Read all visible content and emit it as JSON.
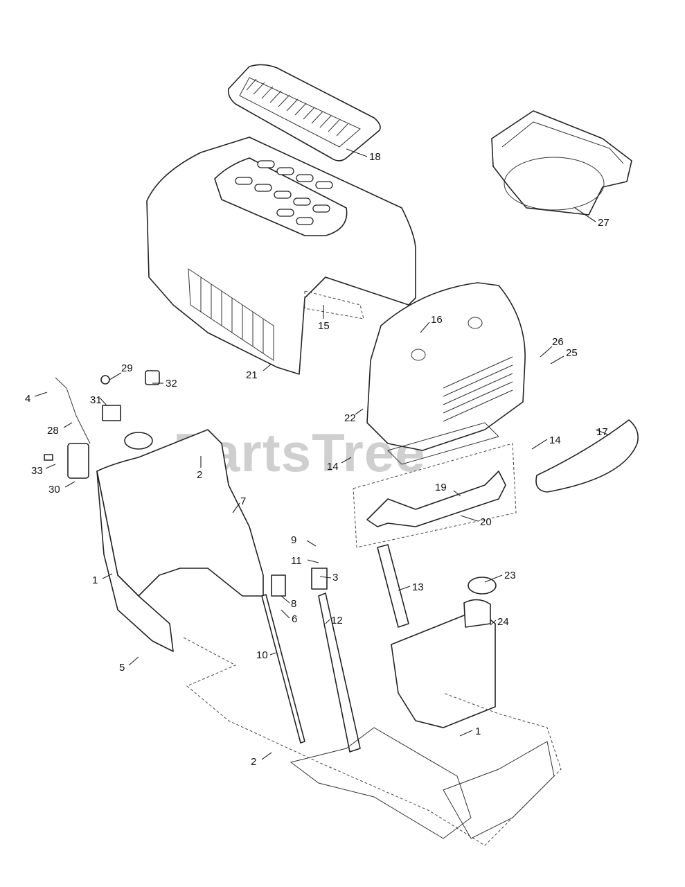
{
  "watermark": "PartsTree",
  "callouts": [
    {
      "id": "c18",
      "text": "18"
    },
    {
      "id": "c27",
      "text": "27"
    },
    {
      "id": "c15",
      "text": "15"
    },
    {
      "id": "c16",
      "text": "16"
    },
    {
      "id": "c26",
      "text": "26"
    },
    {
      "id": "c25",
      "text": "25"
    },
    {
      "id": "c21",
      "text": "21"
    },
    {
      "id": "c29",
      "text": "29"
    },
    {
      "id": "c32",
      "text": "32"
    },
    {
      "id": "c4",
      "text": "4"
    },
    {
      "id": "c31",
      "text": "31"
    },
    {
      "id": "c28",
      "text": "28"
    },
    {
      "id": "c22",
      "text": "22"
    },
    {
      "id": "c14a",
      "text": "14"
    },
    {
      "id": "c14b",
      "text": "14"
    },
    {
      "id": "c17",
      "text": "17"
    },
    {
      "id": "c33",
      "text": "33"
    },
    {
      "id": "c2a",
      "text": "2"
    },
    {
      "id": "c30",
      "text": "30"
    },
    {
      "id": "c19",
      "text": "19"
    },
    {
      "id": "c7",
      "text": "7"
    },
    {
      "id": "c20",
      "text": "20"
    },
    {
      "id": "c9",
      "text": "9"
    },
    {
      "id": "c11",
      "text": "11"
    },
    {
      "id": "c3",
      "text": "3"
    },
    {
      "id": "c23",
      "text": "23"
    },
    {
      "id": "c1a",
      "text": "1"
    },
    {
      "id": "c13",
      "text": "13"
    },
    {
      "id": "c8",
      "text": "8"
    },
    {
      "id": "c6",
      "text": "6"
    },
    {
      "id": "c12",
      "text": "12"
    },
    {
      "id": "c24",
      "text": "24"
    },
    {
      "id": "c10",
      "text": "10"
    },
    {
      "id": "c5",
      "text": "5"
    },
    {
      "id": "c1b",
      "text": "1"
    },
    {
      "id": "c2b",
      "text": "2"
    }
  ]
}
